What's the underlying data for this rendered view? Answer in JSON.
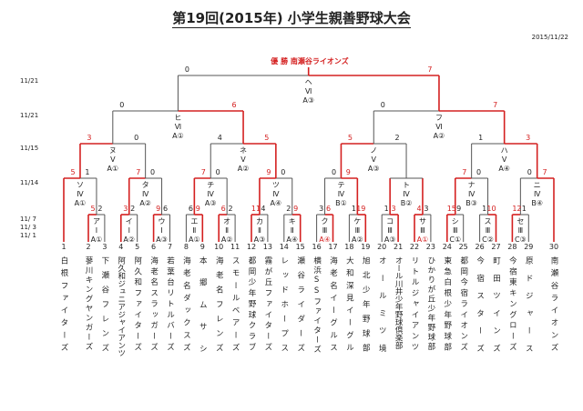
{
  "title": "第19回(2015年) 小学生親善野球大会",
  "issued_date": "2015/11/22",
  "champion_label": "優 勝 南瀬谷ライオンズ",
  "colors": {
    "win": "#d42020",
    "lose": "#555555"
  },
  "round_dates": [
    "11/21",
    "11/21",
    "11/15",
    "11/14",
    "11/ 7",
    "11/ 3",
    "11/ 1"
  ],
  "teams": [
    {
      "no": "1",
      "name": "白根ファイターズ"
    },
    {
      "no": "2",
      "name": "蓼川キングヤンガーズ"
    },
    {
      "no": "3",
      "name": "下瀬谷フレンズ"
    },
    {
      "no": "4",
      "name": "阿久和ジュニアジャイアンツ"
    },
    {
      "no": "5",
      "name": "阿久和ファイターズ"
    },
    {
      "no": "6",
      "name": "海老名スラッガーズ"
    },
    {
      "no": "7",
      "name": "若葉台リトルバーズ"
    },
    {
      "no": "8",
      "name": "海老名ダックスズ"
    },
    {
      "no": "9",
      "name": "本郷ムサシ"
    },
    {
      "no": "10",
      "name": "海老名フレンズ"
    },
    {
      "no": "11",
      "name": "スモールベアーズ"
    },
    {
      "no": "12",
      "name": "都岡少年野球クラブ"
    },
    {
      "no": "13",
      "name": "霧が丘ファイターズ"
    },
    {
      "no": "14",
      "name": "レッドホープス"
    },
    {
      "no": "15",
      "name": "瀬谷ライダーズ"
    },
    {
      "no": "16",
      "name": "横浜SSファイターズ"
    },
    {
      "no": "17",
      "name": "海老名イーグルス"
    },
    {
      "no": "18",
      "name": "大和深見イーグル"
    },
    {
      "no": "19",
      "name": "旭北少年野球部"
    },
    {
      "no": "20",
      "name": "オールミツ境"
    },
    {
      "no": "21",
      "name": "オール川井少年野球倶楽部"
    },
    {
      "no": "22",
      "name": "リトルジャイアンツ"
    },
    {
      "no": "23",
      "name": "ひかりが丘少年野球部"
    },
    {
      "no": "24",
      "name": "東急白根少年野球部"
    },
    {
      "no": "25",
      "name": "都岡今宿ライオンズ"
    },
    {
      "no": "26",
      "name": "今宿スターズ"
    },
    {
      "no": "27",
      "name": "町田ツインズ"
    },
    {
      "no": "28",
      "name": "今宿東キングローズ"
    },
    {
      "no": "29",
      "name": "原ドジャース"
    },
    {
      "no": "30",
      "name": "南瀬谷ライオンズ"
    }
  ],
  "matches": [
    {
      "id": "ア",
      "level": 1,
      "a": "t2",
      "b": "t3",
      "scores": [
        "5",
        "2"
      ],
      "winner": "a",
      "round": "Ⅰ",
      "venue": "A①"
    },
    {
      "id": "イ",
      "level": 1,
      "a": "t4",
      "b": "t5",
      "scores": [
        "3",
        "2"
      ],
      "winner": "a",
      "round": "Ⅰ",
      "venue": "A②"
    },
    {
      "id": "ウ",
      "level": 1,
      "a": "t6",
      "b": "t7",
      "scores": [
        "9",
        "6"
      ],
      "winner": "a",
      "round": "Ⅰ",
      "venue": "A③"
    },
    {
      "id": "エ",
      "level": 1,
      "a": "t8",
      "b": "t9",
      "scores": [
        "6",
        "9"
      ],
      "winner": "b",
      "round": "Ⅱ",
      "venue": "A①"
    },
    {
      "id": "オ",
      "level": 1,
      "a": "t10",
      "b": "t11",
      "scores": [
        "6",
        "2"
      ],
      "winner": "a",
      "round": "Ⅱ",
      "venue": "A②"
    },
    {
      "id": "カ",
      "level": 1,
      "a": "t12",
      "b": "t13",
      "scores": [
        "11",
        "4"
      ],
      "winner": "a",
      "round": "Ⅱ",
      "venue": "A③"
    },
    {
      "id": "キ",
      "level": 1,
      "a": "t14",
      "b": "t15",
      "scores": [
        "2",
        "9"
      ],
      "winner": "b",
      "round": "Ⅱ",
      "venue": "A④"
    },
    {
      "id": "ク",
      "level": 1,
      "a": "t16",
      "b": "t17",
      "scores": [
        "3",
        "6"
      ],
      "winner": "b",
      "round": "Ⅲ",
      "venue": "A④",
      "venue_highlight": true
    },
    {
      "id": "ケ",
      "level": 1,
      "a": "t18",
      "b": "t19",
      "scores": [
        "1",
        "19"
      ],
      "winner": "b",
      "round": "Ⅲ",
      "venue": "A②"
    },
    {
      "id": "コ",
      "level": 1,
      "a": "t20",
      "b": "t21",
      "scores": [
        "1",
        "3"
      ],
      "winner": "b",
      "round": "Ⅲ",
      "venue": "A③"
    },
    {
      "id": "サ",
      "level": 1,
      "a": "t22",
      "b": "t23",
      "scores": [
        "4",
        "3"
      ],
      "winner": "a",
      "round": "Ⅲ",
      "venue": "A①",
      "venue_highlight": true
    },
    {
      "id": "シ",
      "level": 1,
      "a": "t24",
      "b": "t25",
      "scores": [
        "15",
        "9"
      ],
      "winner": "a",
      "round": "Ⅲ",
      "venue": "C①"
    },
    {
      "id": "ス",
      "level": 1,
      "a": "t26",
      "b": "t27",
      "scores": [
        "1",
        "10"
      ],
      "winner": "b",
      "round": "Ⅲ",
      "venue": "C②"
    },
    {
      "id": "セ",
      "level": 1,
      "a": "t28",
      "b": "t29",
      "scores": [
        "12",
        "1"
      ],
      "winner": "a",
      "round": "Ⅲ",
      "venue": "C③"
    },
    {
      "id": "ソ",
      "level": 2,
      "a": "t1",
      "b": "ア",
      "scores": [
        "5",
        "1"
      ],
      "winner": "a",
      "round": "Ⅳ",
      "venue": "A①"
    },
    {
      "id": "タ",
      "level": 2,
      "a": "イ",
      "b": "ウ",
      "scores": [
        "7",
        "0"
      ],
      "winner": "a",
      "round": "Ⅳ",
      "venue": "A②"
    },
    {
      "id": "チ",
      "level": 2,
      "a": "エ",
      "b": "オ",
      "scores": [
        "7",
        "0"
      ],
      "winner": "a",
      "round": "Ⅳ",
      "venue": "A③"
    },
    {
      "id": "ツ",
      "level": 2,
      "a": "カ",
      "b": "キ",
      "scores": [
        "9",
        "0"
      ],
      "winner": "a",
      "round": "Ⅳ",
      "venue": "A④"
    },
    {
      "id": "テ",
      "level": 2,
      "a": "ク",
      "b": "ケ",
      "scores": [
        "0",
        "9"
      ],
      "winner": "b",
      "round": "Ⅳ",
      "venue": "B①"
    },
    {
      "id": "ト",
      "level": 2,
      "a": "コ",
      "b": "サ",
      "scores": [
        "",
        ""
      ],
      "winner": "both",
      "round": "Ⅳ",
      "venue": "B②"
    },
    {
      "id": "ナ",
      "level": 2,
      "a": "シ",
      "b": "ス",
      "scores": [
        "7",
        "0"
      ],
      "winner": "a",
      "round": "Ⅳ",
      "venue": "B③"
    },
    {
      "id": "ニ",
      "level": 2,
      "a": "セ",
      "b": "t30",
      "scores": [
        "0",
        "7"
      ],
      "winner": "b",
      "round": "Ⅳ",
      "venue": "B④"
    },
    {
      "id": "ヌ",
      "level": 3,
      "a": "ソ",
      "b": "タ",
      "scores": [
        "3",
        "0"
      ],
      "winner": "a",
      "round": "Ⅴ",
      "venue": "A①"
    },
    {
      "id": "ネ",
      "level": 3,
      "a": "チ",
      "b": "ツ",
      "scores": [
        "4",
        "5"
      ],
      "winner": "b",
      "round": "Ⅴ",
      "venue": "A②"
    },
    {
      "id": "ノ",
      "level": 3,
      "a": "テ",
      "b": "ト",
      "scores": [
        "5",
        "2"
      ],
      "winner": "a",
      "round": "Ⅴ",
      "venue": "A③"
    },
    {
      "id": "ハ",
      "level": 3,
      "a": "ナ",
      "b": "ニ",
      "scores": [
        "1",
        "3"
      ],
      "winner": "b",
      "round": "Ⅴ",
      "venue": "A④"
    },
    {
      "id": "ヒ",
      "level": 4,
      "a": "ヌ",
      "b": "ネ",
      "scores": [
        "0",
        "6"
      ],
      "winner": "b",
      "round": "Ⅵ",
      "venue": "A①"
    },
    {
      "id": "フ",
      "level": 4,
      "a": "ノ",
      "b": "ハ",
      "scores": [
        "0",
        "7"
      ],
      "winner": "b",
      "round": "Ⅵ",
      "venue": "A②"
    },
    {
      "id": "ヘ",
      "level": 5,
      "a": "ヒ",
      "b": "フ",
      "scores": [
        "0",
        "7"
      ],
      "winner": "b",
      "round": "Ⅵ",
      "venue": "A③"
    }
  ]
}
